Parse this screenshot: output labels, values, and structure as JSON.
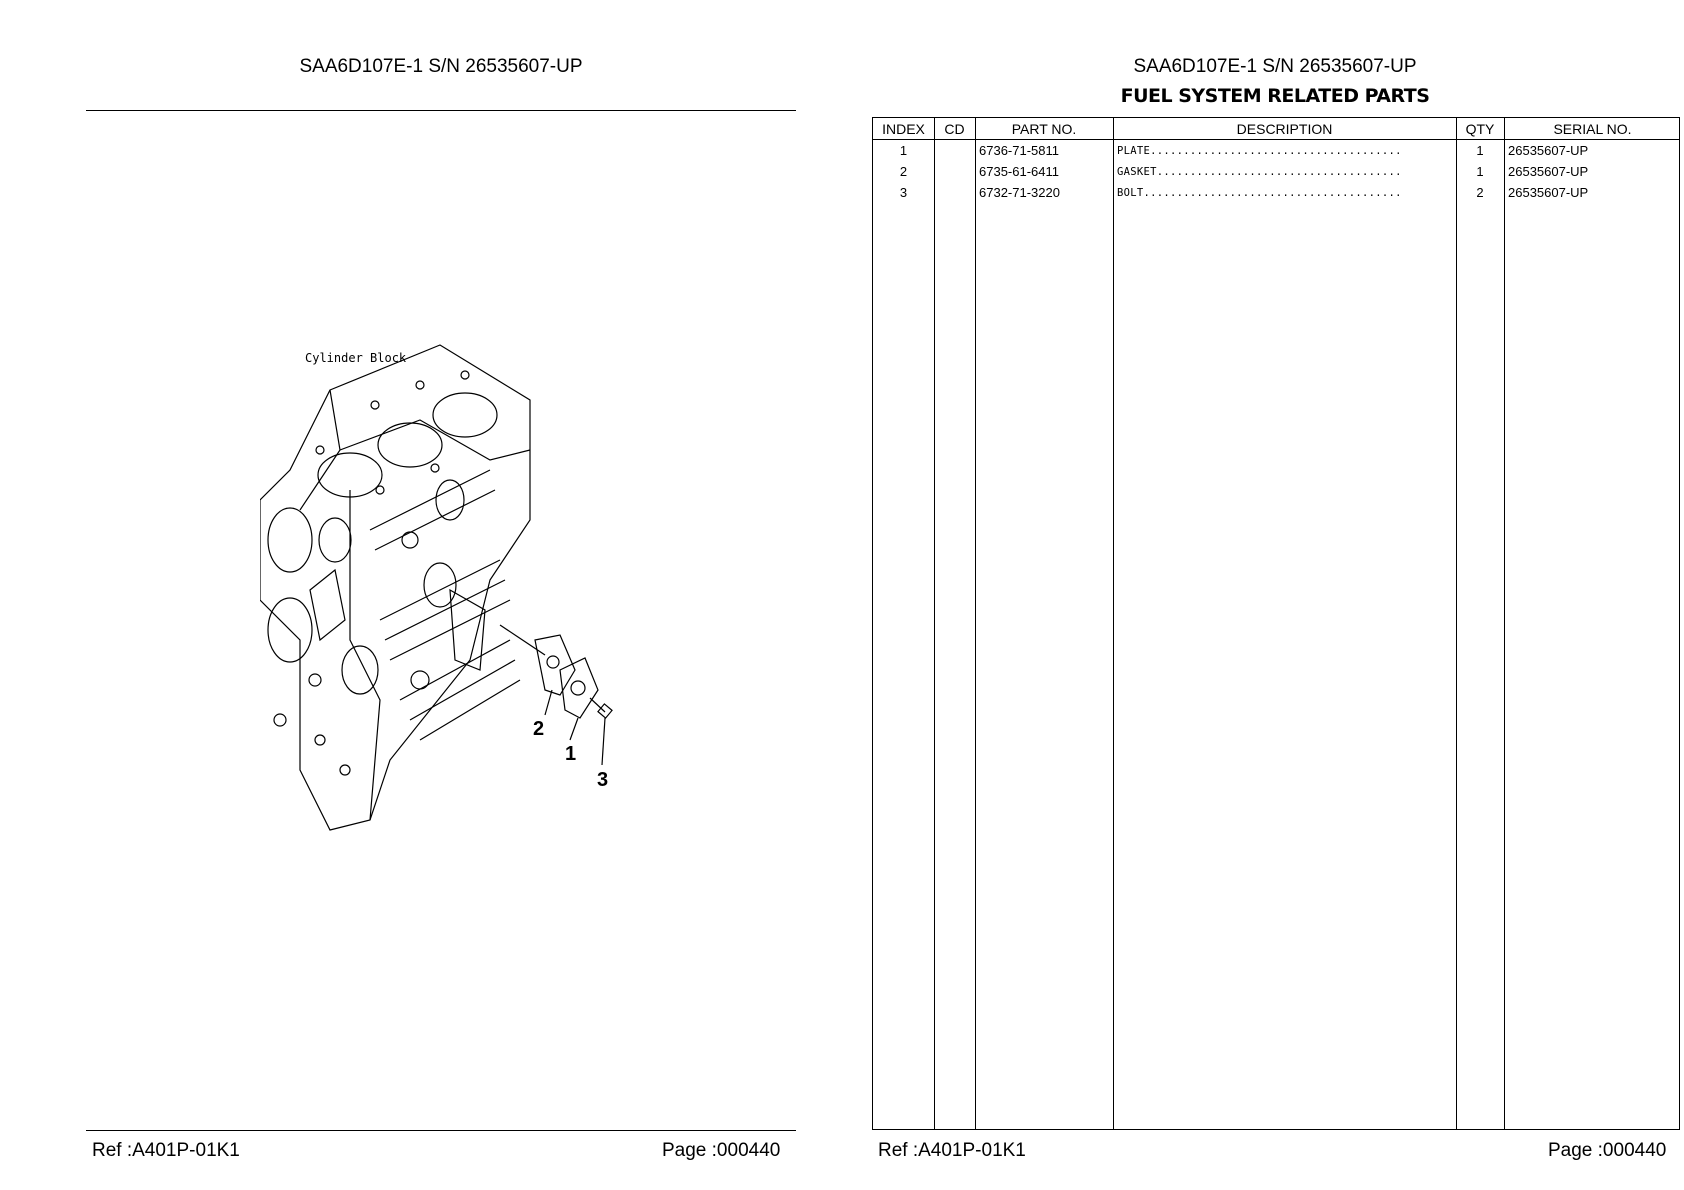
{
  "left_page": {
    "title": "SAA6D107E-1 S/N 26535607-UP",
    "drawing": {
      "caption": "Cylinder Block",
      "callouts": [
        "2",
        "1",
        "3"
      ]
    },
    "footer": {
      "ref": "Ref :A401P-01K1",
      "page": "Page :000440"
    }
  },
  "right_page": {
    "title": "SAA6D107E-1 S/N 26535607-UP",
    "subtitle": "FUEL SYSTEM RELATED PARTS",
    "table": {
      "columns": [
        "INDEX",
        "CD",
        "PART NO.",
        "DESCRIPTION",
        "QTY",
        "SERIAL NO."
      ],
      "rows": [
        {
          "index": "1",
          "cd": "",
          "part_no": "6736-71-5811",
          "description": "PLATE......................................",
          "qty": "1",
          "serial": "26535607-UP"
        },
        {
          "index": "2",
          "cd": "",
          "part_no": "6735-61-6411",
          "description": "GASKET.....................................",
          "qty": "1",
          "serial": "26535607-UP"
        },
        {
          "index": "3",
          "cd": "",
          "part_no": "6732-71-3220",
          "description": "BOLT.......................................",
          "qty": "2",
          "serial": "26535607-UP"
        }
      ]
    },
    "footer": {
      "ref": "Ref :A401P-01K1",
      "page": "Page :000440"
    }
  }
}
